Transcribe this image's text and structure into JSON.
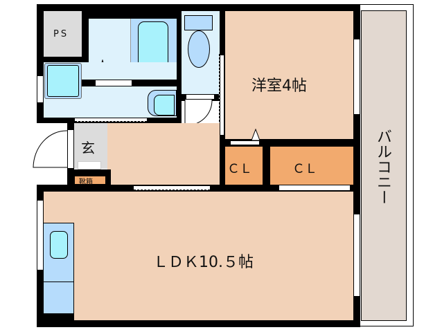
{
  "floorplan": {
    "rooms": {
      "ps": {
        "label": "PS"
      },
      "western_room": {
        "label": "洋室4帖"
      },
      "closet_small": {
        "label": "ＣＬ"
      },
      "closet_large": {
        "label": "ＣＬ"
      },
      "entrance": {
        "label": "玄"
      },
      "shoe_box": {
        "label": "靴箱"
      },
      "ldk": {
        "label": "ＬＤＫ10.５帖"
      },
      "balcony": {
        "label": "バルコニー"
      }
    },
    "colors": {
      "wall": "#000000",
      "room_floor": "#f2d2b8",
      "closet": "#f2aa6e",
      "wet_area": "#def2fc",
      "fixture": "#b6dcfc",
      "fixture_inner": "#a8f2fc",
      "ps_gray": "#dcdcdc",
      "balcony": "#e2d8d0"
    }
  }
}
